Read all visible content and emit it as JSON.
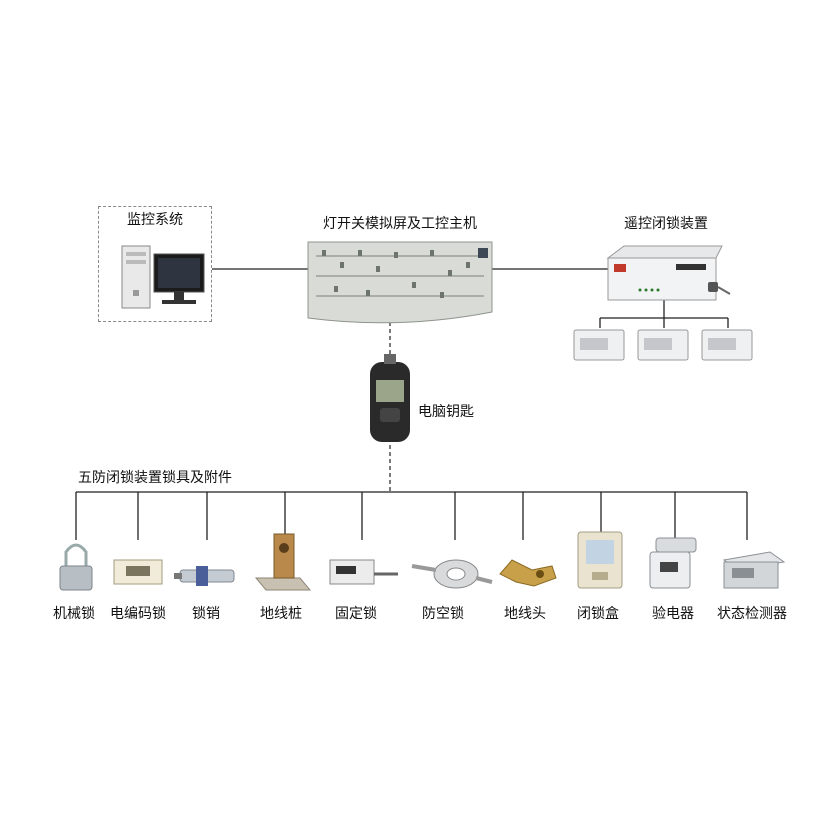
{
  "nodes": {
    "monitoring": "监控系统",
    "main_panel": "灯开关模拟屏及工控主机",
    "remote_lock": "遥控闭锁装置",
    "computer_key": "电脑钥匙",
    "accessories_title": "五防闭锁装置锁具及附件"
  },
  "devices": [
    {
      "label": "机械锁",
      "icon": "padlock-icon"
    },
    {
      "label": "电编码锁",
      "icon": "electric-code-lock-icon"
    },
    {
      "label": "锁销",
      "icon": "lock-pin-icon"
    },
    {
      "label": "地线桩",
      "icon": "ground-post-icon"
    },
    {
      "label": "固定锁",
      "icon": "fixed-lock-icon"
    },
    {
      "label": "防空锁",
      "icon": "anti-idle-lock-icon"
    },
    {
      "label": "地线头",
      "icon": "ground-clamp-icon"
    },
    {
      "label": "闭锁盒",
      "icon": "lock-box-icon"
    },
    {
      "label": "验电器",
      "icon": "voltage-tester-icon"
    },
    {
      "label": "状态检测器",
      "icon": "status-detector-icon"
    }
  ],
  "colors": {
    "line": "#222222",
    "dashed_line": "#333333",
    "device_metal": "#c8ccd0"
  }
}
